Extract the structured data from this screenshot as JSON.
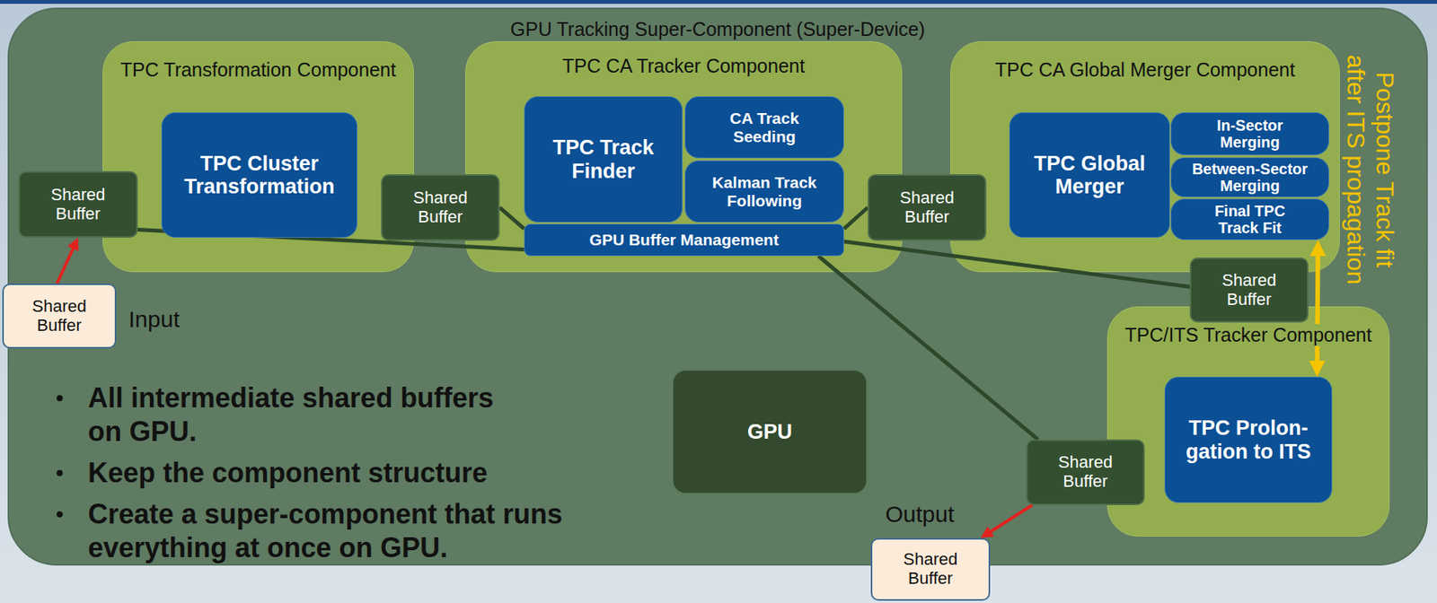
{
  "diagram": {
    "nodes": [
      {
        "text": [
          "GPU Tracking Super-Component (Super-Device)"
        ]
      },
      {
        "text": [
          "TPC Transformation Component"
        ],
        "in": 0
      },
      {
        "text": [
          "Shared Buffer"
        ],
        "in": 0
      },
      {
        "text": [
          "TPC Cluster Transformation"
        ],
        "in": 1
      },
      {
        "text": [
          "Shared Buffer"
        ],
        "in": 0
      },
      {
        "text": [
          "TPC CA Tracker Component"
        ],
        "in": 0
      },
      {
        "text": [
          "TPC Track Finder"
        ],
        "in": 5
      },
      {
        "text": [
          "CA Track Seeding"
        ],
        "in": 5
      },
      {
        "text": [
          "Kalman Track Following"
        ],
        "in": 5
      },
      {
        "text": [
          "GPU Buffer Management"
        ],
        "in": 5
      },
      {
        "text": [
          "Shared Buffer"
        ],
        "in": 0
      },
      {
        "text": [
          "TPC CA Global Merger Component"
        ],
        "in": 0
      },
      {
        "text": [
          "TPC Global Merger"
        ],
        "in": 11
      },
      {
        "text": [
          "In-Sector Merging"
        ],
        "in": 11
      },
      {
        "text": [
          "Between-Sector Merging"
        ],
        "in": 11
      },
      {
        "text": [
          "Final TPC Track Fit"
        ],
        "in": 11
      },
      {
        "text": [
          "Shared Buffer"
        ],
        "in": 0
      },
      {
        "text": [
          "TPC/ITS Tracker Component"
        ],
        "in": 0
      },
      {
        "text": [
          "TPC Prolon- gation to ITS"
        ],
        "in": 17
      },
      {
        "text": [
          "GPU"
        ],
        "in": 0
      },
      {
        "text": [
          "Shared Buffer"
        ],
        "in": 0
      },
      {
        "text": [
          "Shared Buffer"
        ]
      },
      {
        "text": [
          "Shared Buffer"
        ]
      }
    ],
    "edges": [
      {
        "from": 21,
        "to": 2,
        "arrow": "to"
      },
      {
        "from": 2,
        "to": 9,
        "arrow": "none"
      },
      {
        "from": 4,
        "to": 9,
        "arrow": "none"
      },
      {
        "from": 10,
        "to": 9,
        "arrow": "none"
      },
      {
        "from": 9,
        "to": 16,
        "arrow": "none"
      },
      {
        "from": 9,
        "to": 20,
        "arrow": "none"
      },
      {
        "from": 20,
        "to": 22,
        "arrow": "to"
      },
      {
        "from": 15,
        "to": 18,
        "arrow": "both"
      }
    ],
    "labels": [
      "Postpone Track fit after ITS propagation",
      "Input",
      "Output",
      "All intermediate shared buffers on GPU.",
      "Keep the component structure",
      "Create a super-component that runs everything at once on GPU."
    ]
  }
}
